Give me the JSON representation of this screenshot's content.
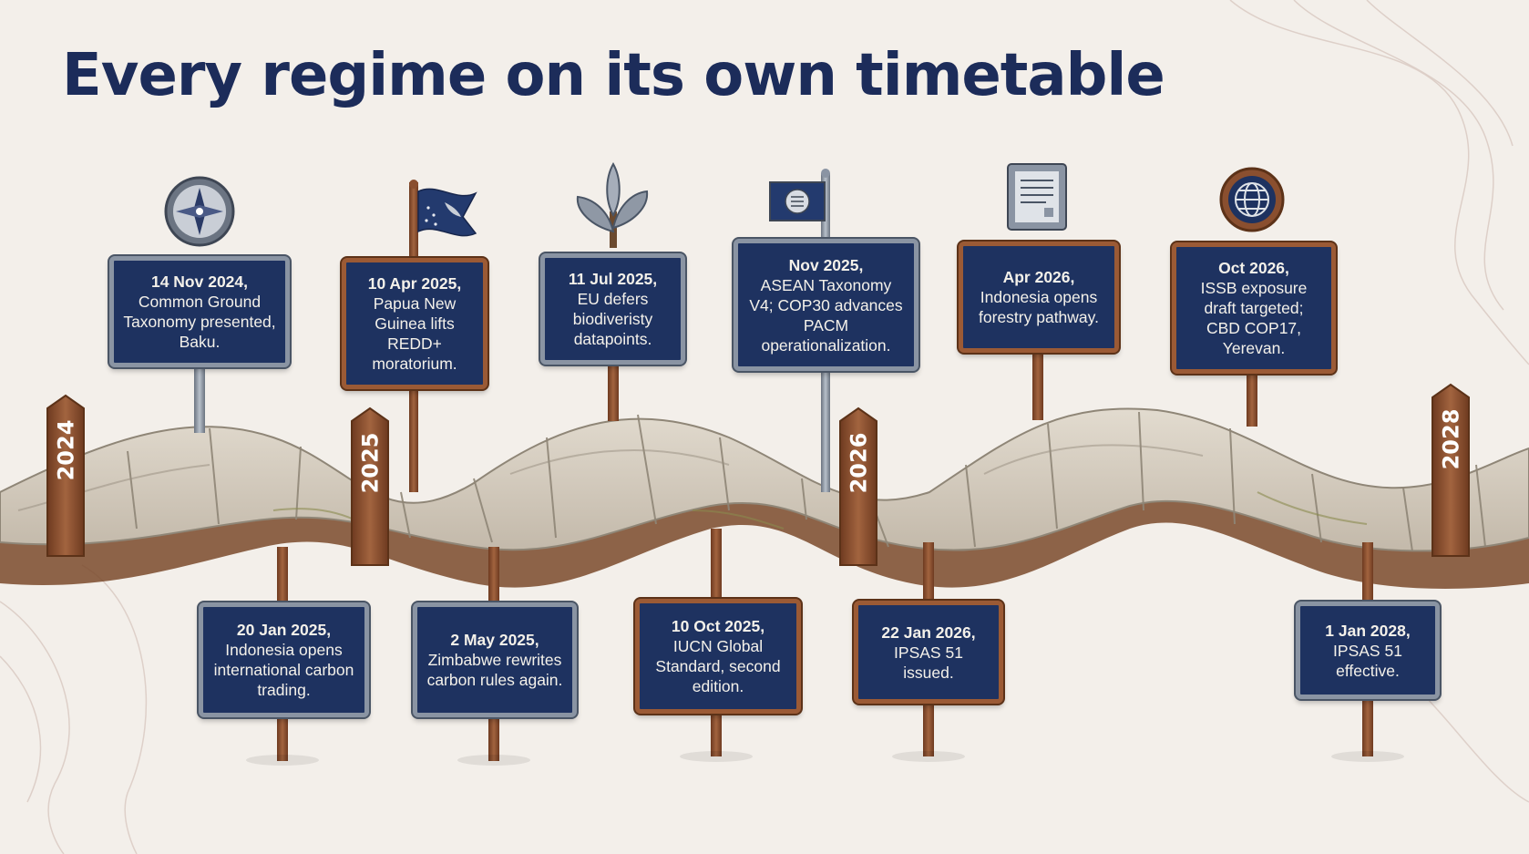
{
  "title": "Every regime on its own timetable",
  "years": [
    "2024",
    "2025",
    "2026",
    "2028"
  ],
  "milestones_top": [
    {
      "date": "14 Nov 2024,",
      "text": "Common Ground Taxonomy presented, Baku.",
      "icon": "compass-icon"
    },
    {
      "date": "10 Apr 2025,",
      "text": "Papua New Guinea lifts REDD+ moratorium.",
      "icon": "flag-icon"
    },
    {
      "date": "11 Jul 2025,",
      "text": "EU defers biodiveristy datapoints.",
      "icon": "plant-icon"
    },
    {
      "date": "Nov 2025,",
      "text": "ASEAN Taxonomy V4; COP30 advances PACM operationalization.",
      "icon": "asean-flag-icon"
    },
    {
      "date": "Apr 2026,",
      "text": "Indonesia opens forestry pathway.",
      "icon": "document-icon"
    },
    {
      "date": "Oct 2026,",
      "text": "ISSB exposure draft targeted; CBD COP17, Yerevan.",
      "icon": "globe-icon"
    }
  ],
  "milestones_bottom": [
    {
      "date": "20 Jan 2025,",
      "text": "Indonesia opens international carbon trading."
    },
    {
      "date": "2 May 2025,",
      "text": "Zimbabwe rewrites carbon rules again."
    },
    {
      "date": "10 Oct 2025,",
      "text": "IUCN Global Standard, second edition."
    },
    {
      "date": "22 Jan 2026,",
      "text": "IPSAS 51 issued."
    },
    {
      "date": "1 Jan 2028,",
      "text": "IPSAS 51 effective."
    }
  ],
  "colors": {
    "title": "#1c2c5a",
    "sign_fill": "#1e3260",
    "steel_frame": "#8a94a3",
    "wood_frame": "#9b5a35",
    "stone": "#cfc6b8",
    "post_wood": "#8a4f2f"
  }
}
